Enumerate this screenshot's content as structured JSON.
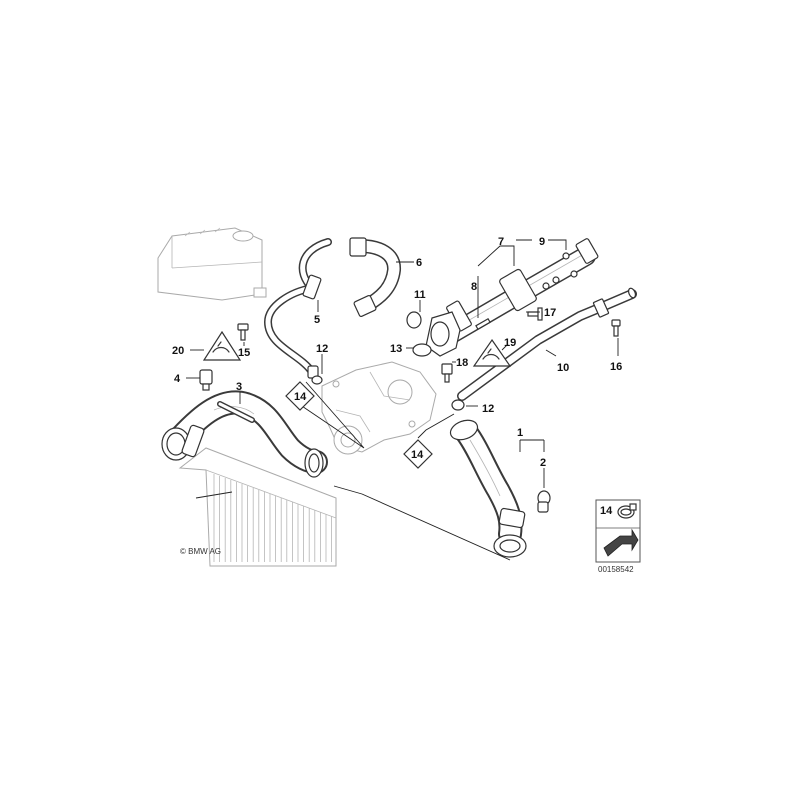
{
  "callouts": {
    "c1": "1",
    "c2": "2",
    "c3": "3",
    "c4": "4",
    "c5": "5",
    "c6": "6",
    "c7": "7",
    "c8": "8",
    "c9": "9",
    "c10": "10",
    "c11": "11",
    "c12a": "12",
    "c12b": "12",
    "c13": "13",
    "c14a": "14",
    "c14b": "14",
    "c15": "15",
    "c16": "16",
    "c17": "17",
    "c18": "18",
    "c19": "19",
    "c20": "20"
  },
  "legend": {
    "number": "14"
  },
  "footer": {
    "copyright": "© BMW AG",
    "diagram_id": "00158542"
  },
  "icons": {
    "warning": "coolant-warning-icon",
    "clamp": "hose-clamp-icon",
    "arrow": "direction-arrow-icon"
  },
  "colors": {
    "line": "#333333",
    "ghost": "#aaaaaa",
    "background": "#ffffff"
  }
}
